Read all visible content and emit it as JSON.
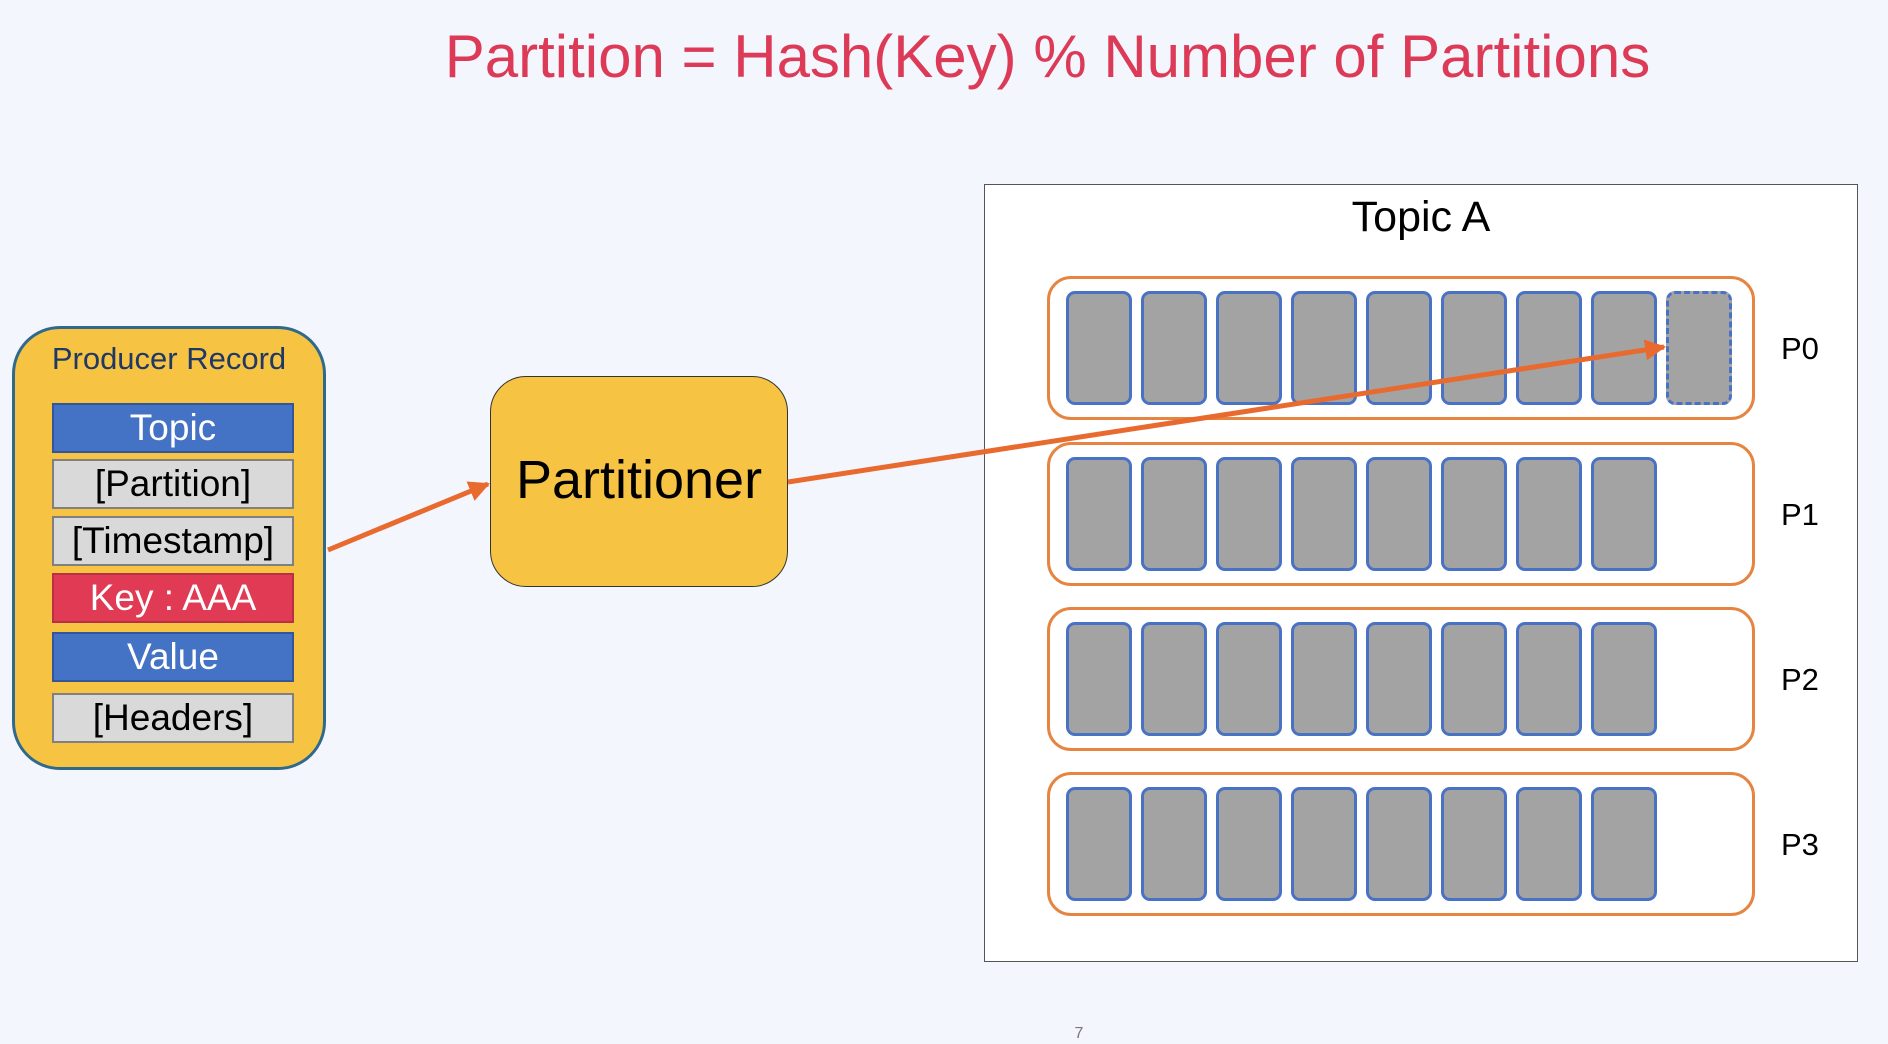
{
  "title": "Partition = Hash(Key) % Number of Partitions",
  "producer_record": {
    "title": "Producer Record",
    "fields": [
      {
        "label": "Topic",
        "color": "#4472c4"
      },
      {
        "label": "[Partition]",
        "color": "#d9d9d9"
      },
      {
        "label": "[Timestamp]",
        "color": "#d9d9d9"
      },
      {
        "label": "Key : AAA",
        "color": "#e03a54"
      },
      {
        "label": "Value",
        "color": "#4472c4"
      },
      {
        "label": "[Headers]",
        "color": "#d9d9d9"
      }
    ]
  },
  "partitioner": {
    "label": "Partitioner"
  },
  "topic": {
    "title": "Topic A",
    "partitions": [
      {
        "label": "P0",
        "messages": 8,
        "new_message": true
      },
      {
        "label": "P1",
        "messages": 8,
        "new_message": false
      },
      {
        "label": "P2",
        "messages": 8,
        "new_message": false
      },
      {
        "label": "P3",
        "messages": 8,
        "new_message": false
      }
    ]
  },
  "colors": {
    "title": "#dc3a56",
    "arrow": "#e86a2e",
    "record_fill": "#f7c343",
    "partition_border": "#e58541",
    "message_fill": "#a3a3a3",
    "message_border": "#4a72c4"
  },
  "page_number": "7"
}
